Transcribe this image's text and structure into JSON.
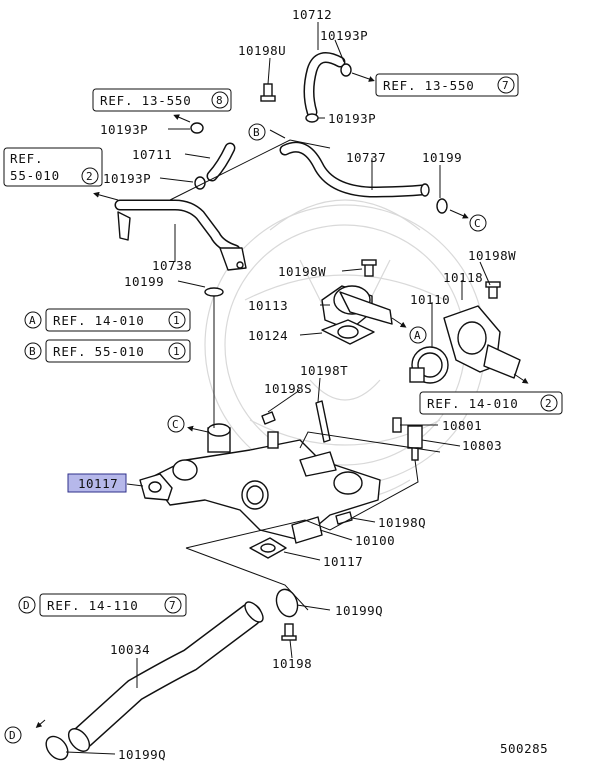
{
  "diagram_id": "500285",
  "highlighted_part": "10117",
  "part_labels": {
    "p10712": "10712",
    "p10198u": "10198U",
    "p10193p_top": "10193P",
    "p10193p_left": "10193P",
    "p10193p_mid": "10193P",
    "p10193p_right": "10193P",
    "p10711": "10711",
    "p10737": "10737",
    "p10199_top": "10199",
    "p10738": "10738",
    "p10199_left": "10199",
    "p10198w_mid": "10198W",
    "p10198w_right": "10198W",
    "p10118": "10118",
    "p10113": "10113",
    "p10110": "10110",
    "p10124": "10124",
    "p10198s": "10198S",
    "p10198t": "10198T",
    "p10801": "10801",
    "p10803": "10803",
    "p10117_main": "10117",
    "p10198q": "10198Q",
    "p10100": "10100",
    "p10117_gasket": "10117",
    "p10199q_top": "10199Q",
    "p10034": "10034",
    "p10198": "10198",
    "p10199q_bottom": "10199Q"
  },
  "references": {
    "ref_13_550_8": {
      "text": "REF. 13-550",
      "num": "8"
    },
    "ref_13_550_7": {
      "text": "REF. 13-550",
      "num": "7"
    },
    "ref_55_010_2_a": "REF.",
    "ref_55_010_2_b": {
      "text": "55-010",
      "num": "2"
    },
    "ref_14_010_2": {
      "text": "REF. 14-010",
      "num": "2"
    },
    "ref_a": {
      "letter": "A",
      "text": "REF. 14-010",
      "num": "1"
    },
    "ref_b": {
      "letter": "B",
      "text": "REF. 55-010",
      "num": "1"
    },
    "ref_d": {
      "letter": "D",
      "text": "REF. 14-110",
      "num": "7"
    }
  },
  "callouts": {
    "a": "A",
    "b": "B",
    "c_right": "C",
    "c_left": "C",
    "d": "D"
  }
}
